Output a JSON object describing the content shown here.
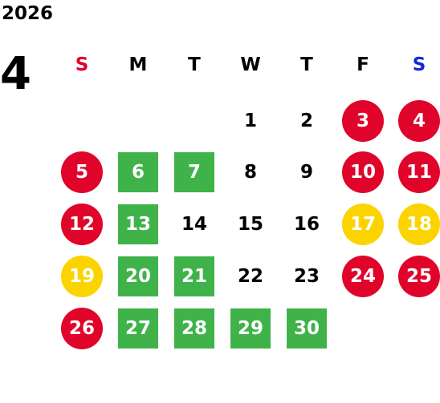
{
  "year": "2026",
  "month": "4",
  "colors": {
    "red": "#e0042b",
    "yellow": "#fbd400",
    "green": "#3fb34a",
    "blue": "#1427d8",
    "black": "#000000"
  },
  "weekdays": [
    {
      "label": "S",
      "color": "#e0042b"
    },
    {
      "label": "M",
      "color": "#000000"
    },
    {
      "label": "T",
      "color": "#000000"
    },
    {
      "label": "W",
      "color": "#000000"
    },
    {
      "label": "T",
      "color": "#000000"
    },
    {
      "label": "F",
      "color": "#000000"
    },
    {
      "label": "S",
      "color": "#1427d8"
    }
  ],
  "days": [
    {
      "day": "1",
      "col": 3,
      "row": 0,
      "style": "plain"
    },
    {
      "day": "2",
      "col": 4,
      "row": 0,
      "style": "plain"
    },
    {
      "day": "3",
      "col": 5,
      "row": 0,
      "style": "red-circle"
    },
    {
      "day": "4",
      "col": 6,
      "row": 0,
      "style": "red-circle"
    },
    {
      "day": "5",
      "col": 0,
      "row": 1,
      "style": "red-circle"
    },
    {
      "day": "6",
      "col": 1,
      "row": 1,
      "style": "green-square"
    },
    {
      "day": "7",
      "col": 2,
      "row": 1,
      "style": "green-square"
    },
    {
      "day": "8",
      "col": 3,
      "row": 1,
      "style": "plain"
    },
    {
      "day": "9",
      "col": 4,
      "row": 1,
      "style": "plain"
    },
    {
      "day": "10",
      "col": 5,
      "row": 1,
      "style": "red-circle"
    },
    {
      "day": "11",
      "col": 6,
      "row": 1,
      "style": "red-circle"
    },
    {
      "day": "12",
      "col": 0,
      "row": 2,
      "style": "red-circle"
    },
    {
      "day": "13",
      "col": 1,
      "row": 2,
      "style": "green-square"
    },
    {
      "day": "14",
      "col": 2,
      "row": 2,
      "style": "plain"
    },
    {
      "day": "15",
      "col": 3,
      "row": 2,
      "style": "plain"
    },
    {
      "day": "16",
      "col": 4,
      "row": 2,
      "style": "plain"
    },
    {
      "day": "17",
      "col": 5,
      "row": 2,
      "style": "yellow-circle"
    },
    {
      "day": "18",
      "col": 6,
      "row": 2,
      "style": "yellow-circle"
    },
    {
      "day": "19",
      "col": 0,
      "row": 3,
      "style": "yellow-circle"
    },
    {
      "day": "20",
      "col": 1,
      "row": 3,
      "style": "green-square"
    },
    {
      "day": "21",
      "col": 2,
      "row": 3,
      "style": "green-square"
    },
    {
      "day": "22",
      "col": 3,
      "row": 3,
      "style": "plain"
    },
    {
      "day": "23",
      "col": 4,
      "row": 3,
      "style": "plain"
    },
    {
      "day": "24",
      "col": 5,
      "row": 3,
      "style": "red-circle"
    },
    {
      "day": "25",
      "col": 6,
      "row": 3,
      "style": "red-circle"
    },
    {
      "day": "26",
      "col": 0,
      "row": 4,
      "style": "red-circle"
    },
    {
      "day": "27",
      "col": 1,
      "row": 4,
      "style": "green-square"
    },
    {
      "day": "28",
      "col": 2,
      "row": 4,
      "style": "green-square"
    },
    {
      "day": "29",
      "col": 3,
      "row": 4,
      "style": "green-square"
    },
    {
      "day": "30",
      "col": 4,
      "row": 4,
      "style": "green-square"
    }
  ]
}
